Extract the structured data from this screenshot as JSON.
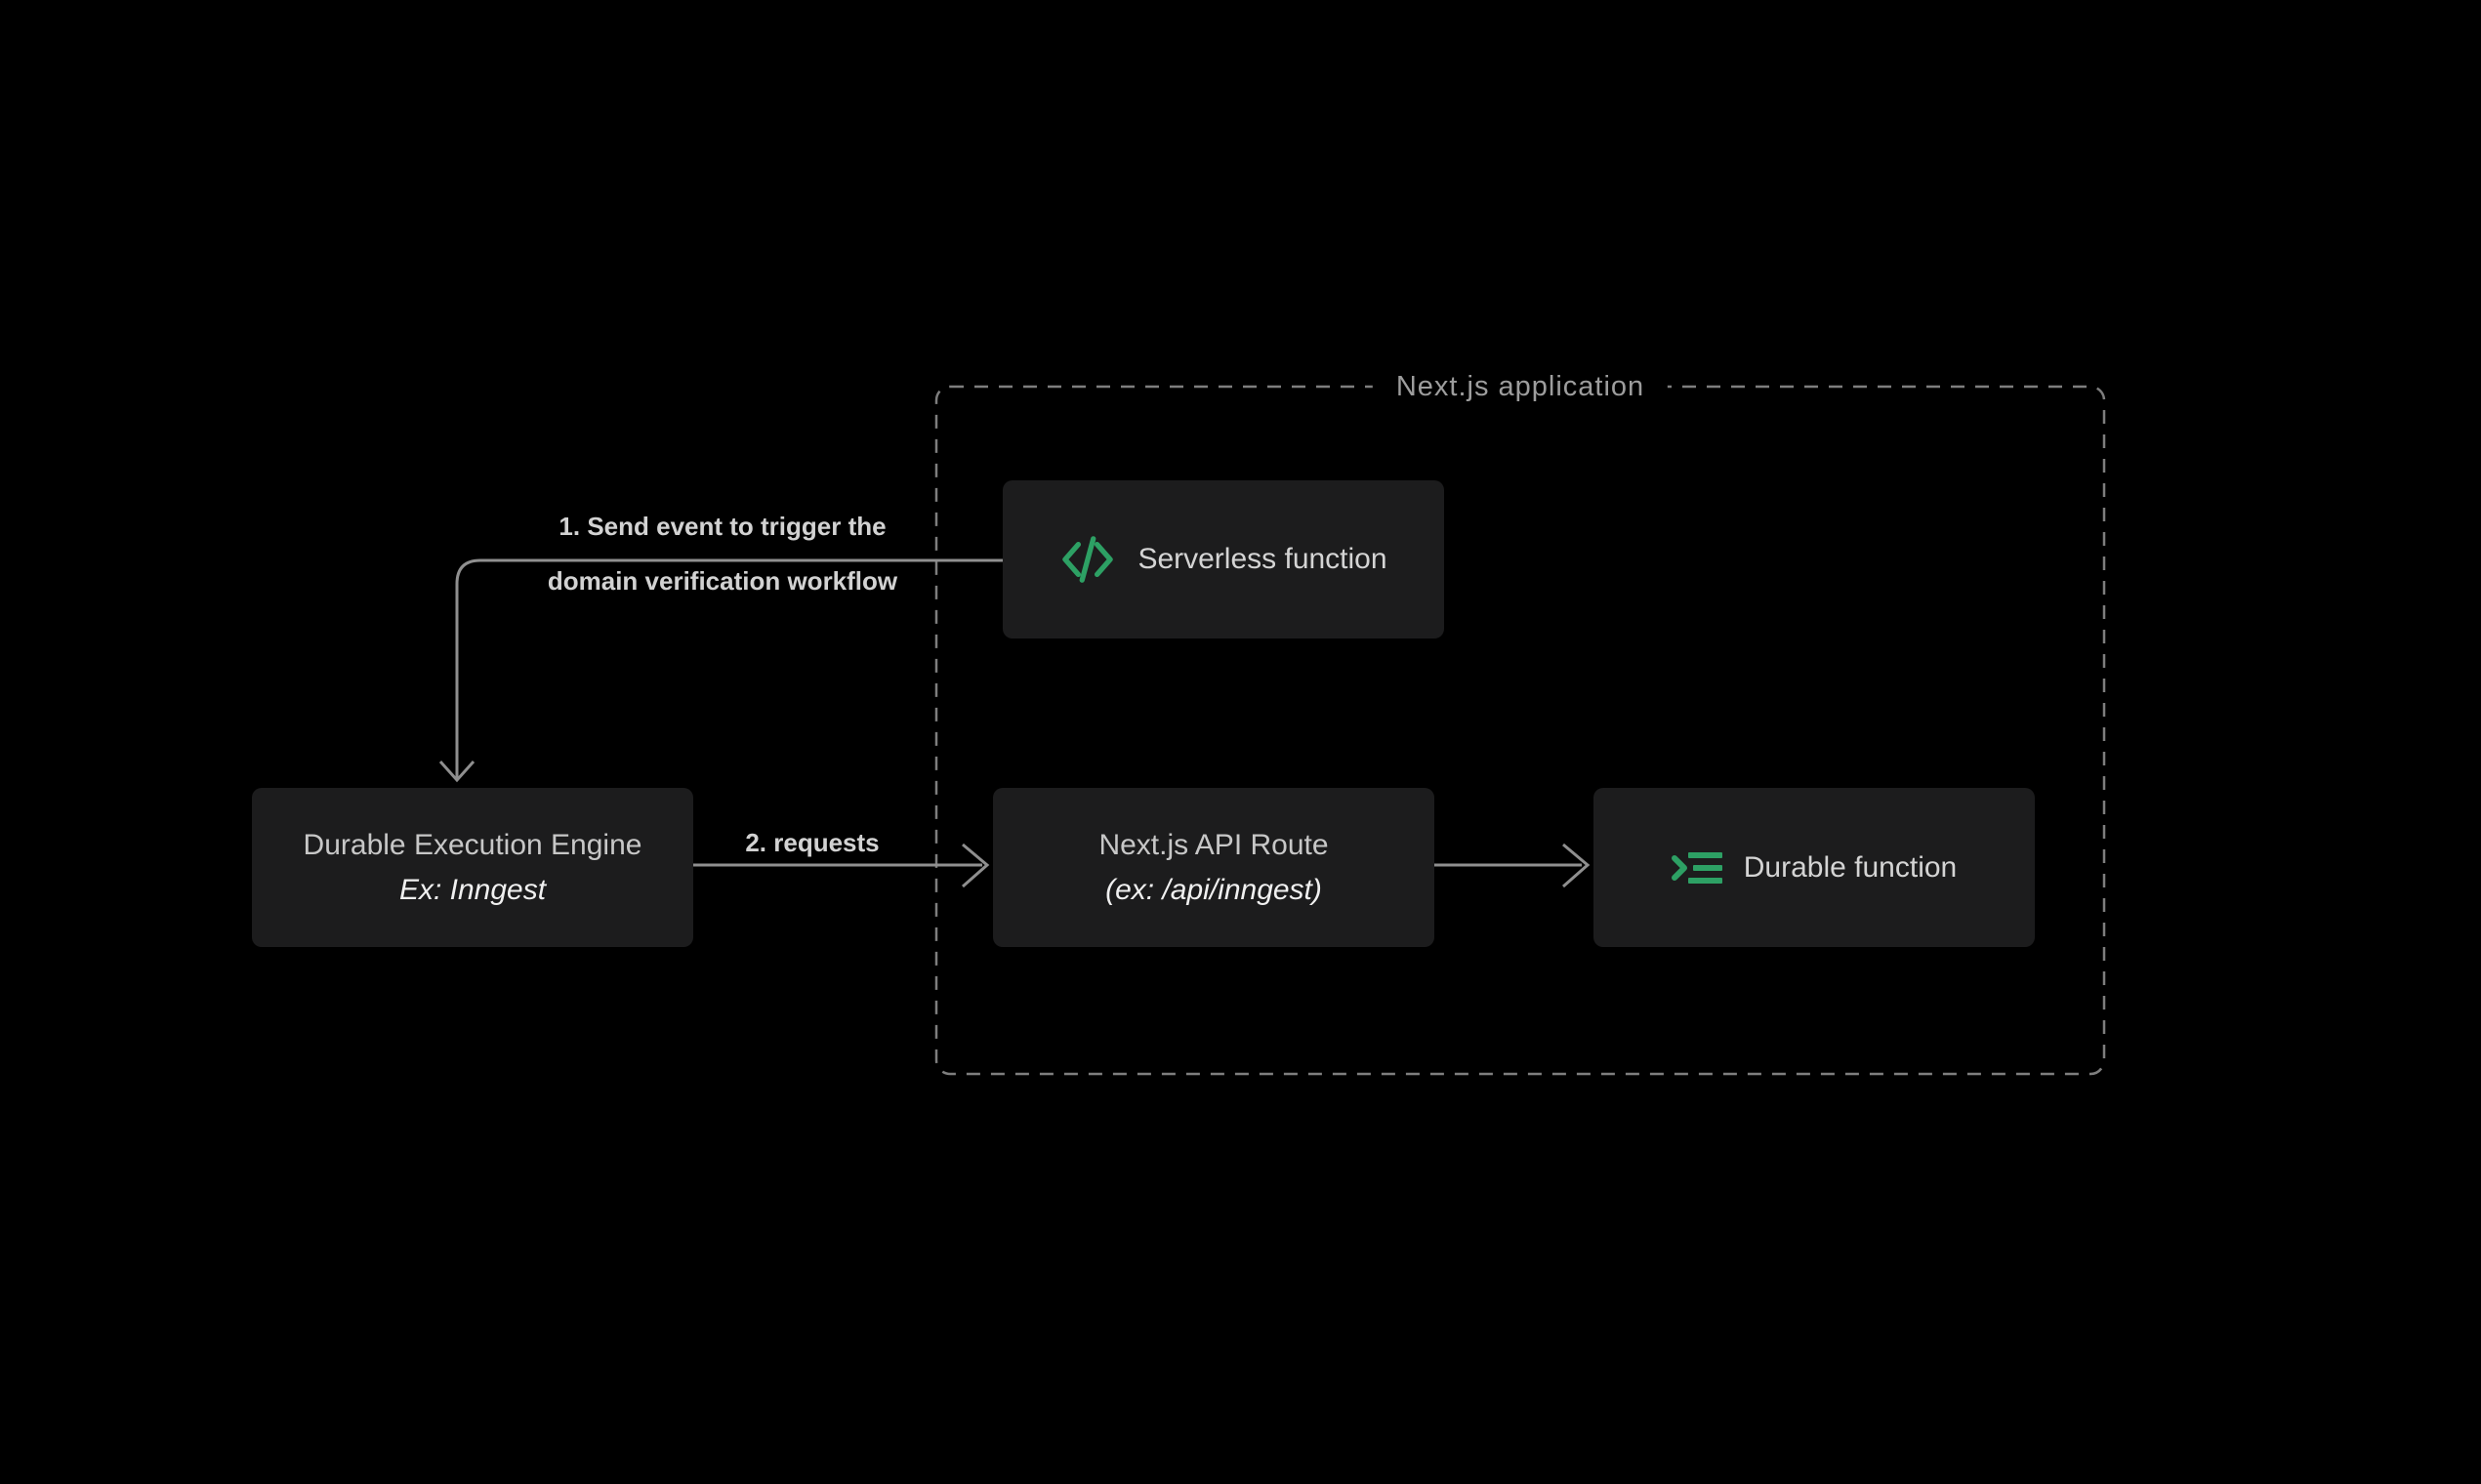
{
  "container": {
    "label": "Next.js application"
  },
  "nodes": {
    "serverless": {
      "title": "Serverless function",
      "icon": "code-icon"
    },
    "engine": {
      "title": "Durable Execution Engine",
      "subtitle": "Ex: Inngest"
    },
    "api_route": {
      "title": "Next.js API Route",
      "subtitle": "(ex: /api/inngest)"
    },
    "durable": {
      "title": "Durable function",
      "icon": "terminal-list-icon"
    }
  },
  "edges": {
    "send_event": {
      "label_line1": "1. Send event to trigger the",
      "label_line2": "domain verification workflow"
    },
    "requests": {
      "label": "2. requests"
    }
  },
  "colors": {
    "background": "#000000",
    "node_background": "#1c1c1d",
    "accent_green": "#2da064",
    "line_gray": "#8f8f8f",
    "dash_gray": "#7e7e7e",
    "title_gray": "#c7c7c7",
    "label_gray": "#d2d2d2",
    "container_label_gray": "#9d9d9d"
  }
}
